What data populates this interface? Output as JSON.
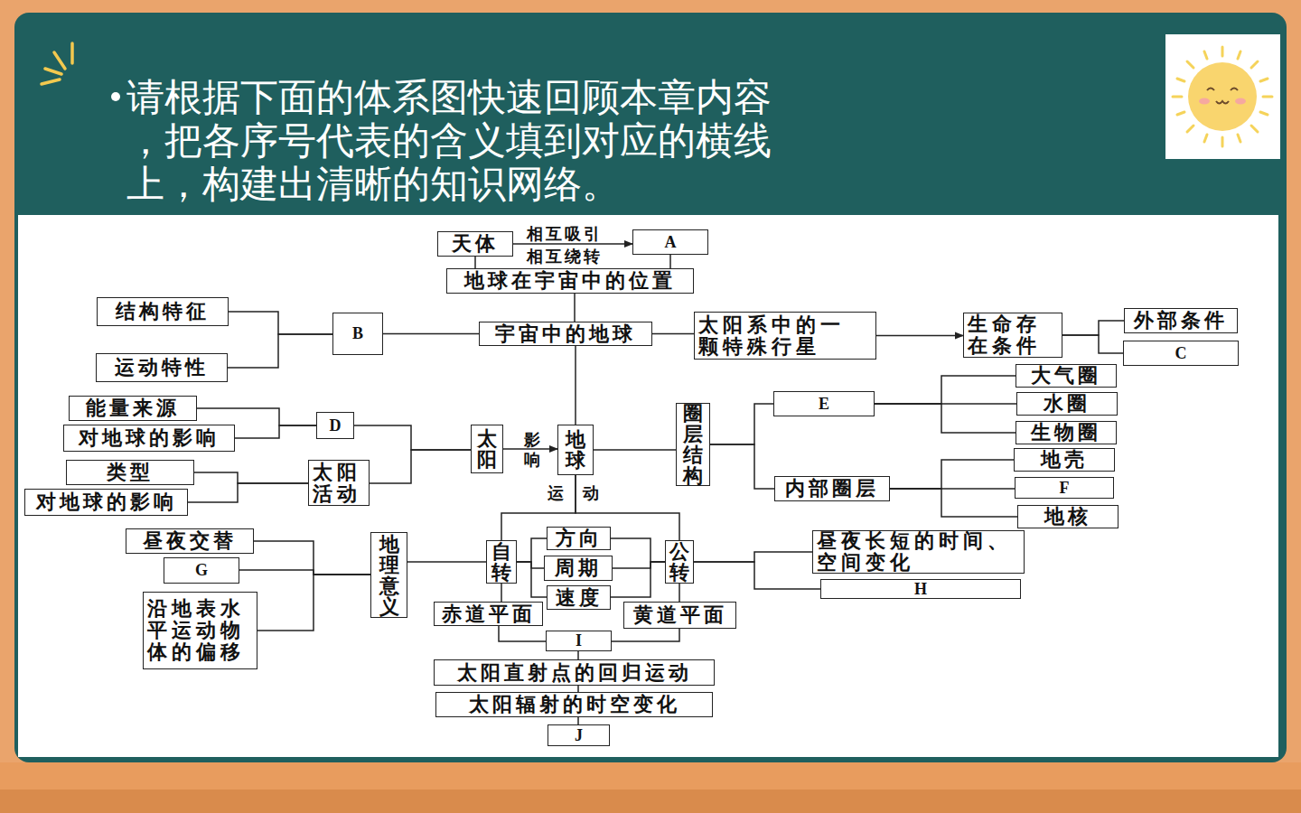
{
  "diagram": {
    "title": "请根据下面的体系图快速回顾本章内容 ，把各序号代表的含义填到对应的横线 上，构建出清晰的知识网络。",
    "nodes": [
      {
        "text": [
          "天体"
        ]
      },
      {
        "text": [
          "A"
        ]
      },
      {
        "text": [
          "地球在宇宙中的位置"
        ]
      },
      {
        "text": [
          "结构特征"
        ]
      },
      {
        "text": [
          "B"
        ]
      },
      {
        "text": [
          "宇宙中的地球"
        ]
      },
      {
        "text": [
          "太阳系中的一 颗特殊行星"
        ]
      },
      {
        "text": [
          "生命存 在条件"
        ]
      },
      {
        "text": [
          "外部条件"
        ]
      },
      {
        "text": [
          "运动特性"
        ]
      },
      {
        "text": [
          "C"
        ]
      },
      {
        "text": [
          "大气圈"
        ]
      },
      {
        "text": [
          "E"
        ]
      },
      {
        "text": [
          "能量来源"
        ]
      },
      {
        "text": [
          "D"
        ]
      },
      {
        "text": [
          "水圈"
        ]
      },
      {
        "text": [
          "对地球的影响"
        ]
      },
      {
        "text": [
          "生物圈"
        ]
      },
      {
        "text": [
          "太阳"
        ]
      },
      {
        "text": [
          "地球"
        ]
      },
      {
        "text": [
          "圈层结构"
        ]
      },
      {
        "text": [
          "地壳"
        ]
      },
      {
        "text": [
          "类型"
        ]
      },
      {
        "text": [
          "太阳 活动"
        ]
      },
      {
        "text": [
          "内部圈层"
        ]
      },
      {
        "text": [
          "F"
        ]
      },
      {
        "text": [
          "对地球的影响"
        ]
      },
      {
        "text": [
          "地核"
        ]
      },
      {
        "text": [
          "昼夜交替"
        ]
      },
      {
        "text": [
          "方向"
        ]
      },
      {
        "text": [
          "地理意义"
        ]
      },
      {
        "text": [
          "自转"
        ]
      },
      {
        "text": [
          "公转"
        ]
      },
      {
        "text": [
          "昼夜长短的时间、 空间变化"
        ]
      },
      {
        "text": [
          "G"
        ]
      },
      {
        "text": [
          "周期"
        ]
      },
      {
        "text": [
          "H"
        ]
      },
      {
        "text": [
          "速度"
        ]
      },
      {
        "text": [
          "沿地表水 平运动物 体的偏移"
        ]
      },
      {
        "text": [
          "赤道平面"
        ]
      },
      {
        "text": [
          "黄道平面"
        ]
      },
      {
        "text": [
          "I"
        ]
      },
      {
        "text": [
          "太阳直射点的回归运动"
        ]
      },
      {
        "text": [
          "太阳辐射的时空变化"
        ]
      },
      {
        "text": [
          "J"
        ]
      }
    ],
    "edges": [
      {
        "from": 0,
        "to": 1,
        "arrow": "to",
        "label": "相互吸引"
      },
      {
        "from": 0,
        "to": 2,
        "arrow": "none"
      },
      {
        "from": 1,
        "to": 2,
        "arrow": "none"
      },
      {
        "from": 2,
        "to": 5,
        "arrow": "none"
      },
      {
        "from": 3,
        "to": 4,
        "arrow": "none"
      },
      {
        "from": 9,
        "to": 4,
        "arrow": "none"
      },
      {
        "from": 4,
        "to": 5,
        "arrow": "none"
      },
      {
        "from": 5,
        "to": 6,
        "arrow": "none"
      },
      {
        "from": 6,
        "to": 7,
        "arrow": "to"
      },
      {
        "from": 7,
        "to": 8,
        "arrow": "none"
      },
      {
        "from": 7,
        "to": 10,
        "arrow": "none"
      },
      {
        "from": 5,
        "to": 19,
        "arrow": "none"
      },
      {
        "from": 13,
        "to": 14,
        "arrow": "none"
      },
      {
        "from": 16,
        "to": 14,
        "arrow": "none"
      },
      {
        "from": 22,
        "to": 23,
        "arrow": "none"
      },
      {
        "from": 26,
        "to": 23,
        "arrow": "none"
      },
      {
        "from": 14,
        "to": 18,
        "arrow": "none"
      },
      {
        "from": 23,
        "to": 18,
        "arrow": "none"
      },
      {
        "from": 18,
        "to": 19,
        "arrow": "to",
        "label": "影响"
      },
      {
        "from": 19,
        "to": 20,
        "arrow": "none"
      },
      {
        "from": 20,
        "to": 12,
        "arrow": "none"
      },
      {
        "from": 20,
        "to": 24,
        "arrow": "none"
      },
      {
        "from": 12,
        "to": 11,
        "arrow": "none"
      },
      {
        "from": 12,
        "to": 15,
        "arrow": "none"
      },
      {
        "from": 12,
        "to": 17,
        "arrow": "none"
      },
      {
        "from": 24,
        "to": 21,
        "arrow": "none"
      },
      {
        "from": 24,
        "to": 25,
        "arrow": "none"
      },
      {
        "from": 24,
        "to": 27,
        "arrow": "none"
      },
      {
        "from": 19,
        "to": 31,
        "arrow": "none"
      },
      {
        "from": 19,
        "to": 32,
        "arrow": "none"
      },
      {
        "from": 31,
        "to": 29,
        "arrow": "none"
      },
      {
        "from": 31,
        "to": 35,
        "arrow": "none"
      },
      {
        "from": 31,
        "to": 37,
        "arrow": "none"
      },
      {
        "from": 32,
        "to": 29,
        "arrow": "none"
      },
      {
        "from": 32,
        "to": 35,
        "arrow": "none"
      },
      {
        "from": 32,
        "to": 37,
        "arrow": "none"
      },
      {
        "from": 31,
        "to": 30,
        "arrow": "none"
      },
      {
        "from": 30,
        "to": 28,
        "arrow": "none"
      },
      {
        "from": 30,
        "to": 34,
        "arrow": "none"
      },
      {
        "from": 30,
        "to": 38,
        "arrow": "none"
      },
      {
        "from": 31,
        "to": 39,
        "arrow": "none"
      },
      {
        "from": 32,
        "to": 40,
        "arrow": "none"
      },
      {
        "from": 32,
        "to": 33,
        "arrow": "none"
      },
      {
        "from": 32,
        "to": 36,
        "arrow": "none"
      },
      {
        "from": 39,
        "to": 41,
        "arrow": "none"
      },
      {
        "from": 40,
        "to": 41,
        "arrow": "none"
      },
      {
        "from": 41,
        "to": 42,
        "arrow": "none"
      },
      {
        "from": 42,
        "to": 43,
        "arrow": "none"
      },
      {
        "from": 43,
        "to": 44,
        "arrow": "none"
      }
    ],
    "labels": [
      "相互绕转",
      "运动"
    ]
  }
}
